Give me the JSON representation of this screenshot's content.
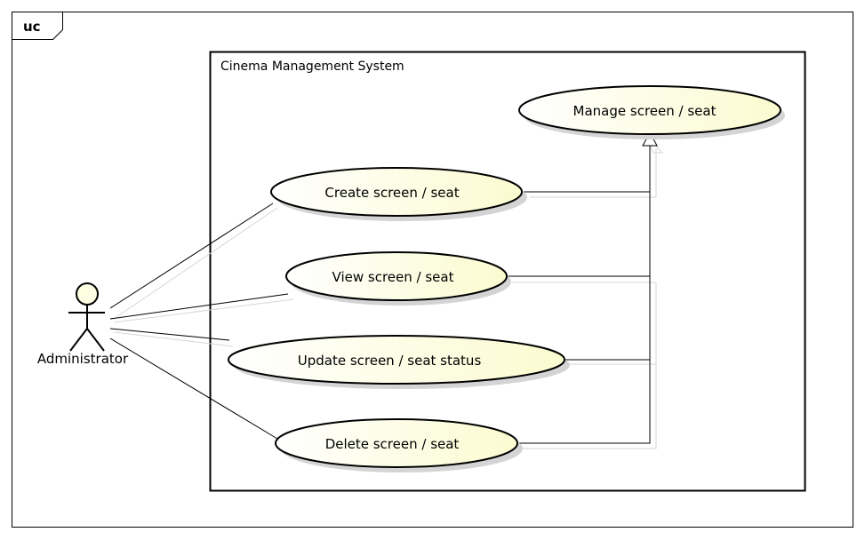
{
  "frame": {
    "tag": "uc"
  },
  "system": {
    "name": "Cinema Management System"
  },
  "actor": {
    "name": "Administrator"
  },
  "use_cases": {
    "parent": "Manage screen / seat",
    "create": "Create screen / seat",
    "view": "View screen / seat",
    "update": "Update screen / seat status",
    "delete": "Delete screen / seat"
  },
  "colors": {
    "use_case_fill": "#fefee2",
    "shadow": "#d0d0d0",
    "line": "#000000"
  }
}
